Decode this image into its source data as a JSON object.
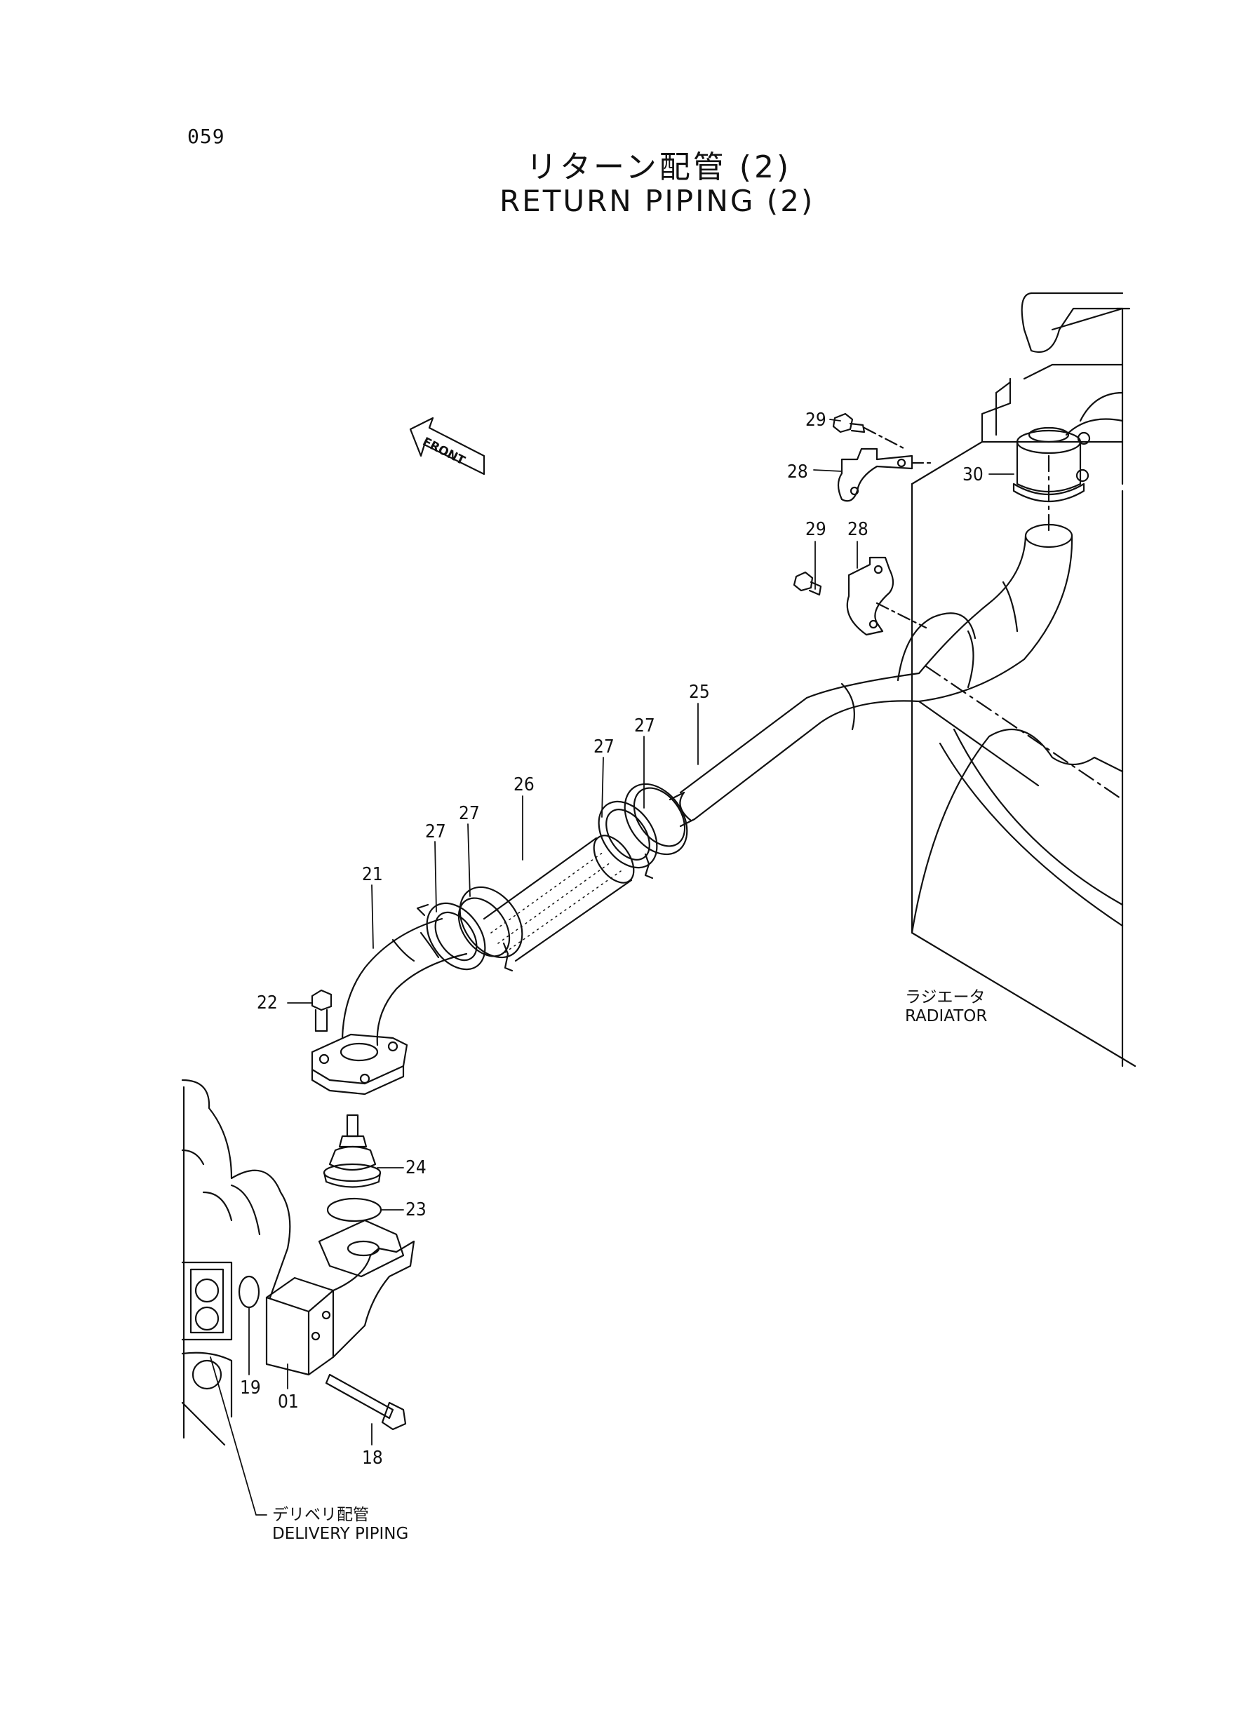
{
  "page": {
    "number": "059",
    "title_ja": "リターン配管 (2)",
    "title_en": "RETURN PIPING (2)"
  },
  "labels": {
    "front": "FRONT",
    "radiator_ja": "ラジエータ",
    "radiator_en": "RADIATOR",
    "delivery_ja": "デリベリ配管",
    "delivery_en": "DELIVERY PIPING"
  },
  "callouts": [
    "29",
    "28",
    "30",
    "29",
    "28",
    "25",
    "27",
    "27",
    "26",
    "27",
    "27",
    "21",
    "22",
    "24",
    "23",
    "19",
    "01",
    "18"
  ],
  "colors": {
    "ink": "#111111",
    "paper": "#ffffff"
  }
}
